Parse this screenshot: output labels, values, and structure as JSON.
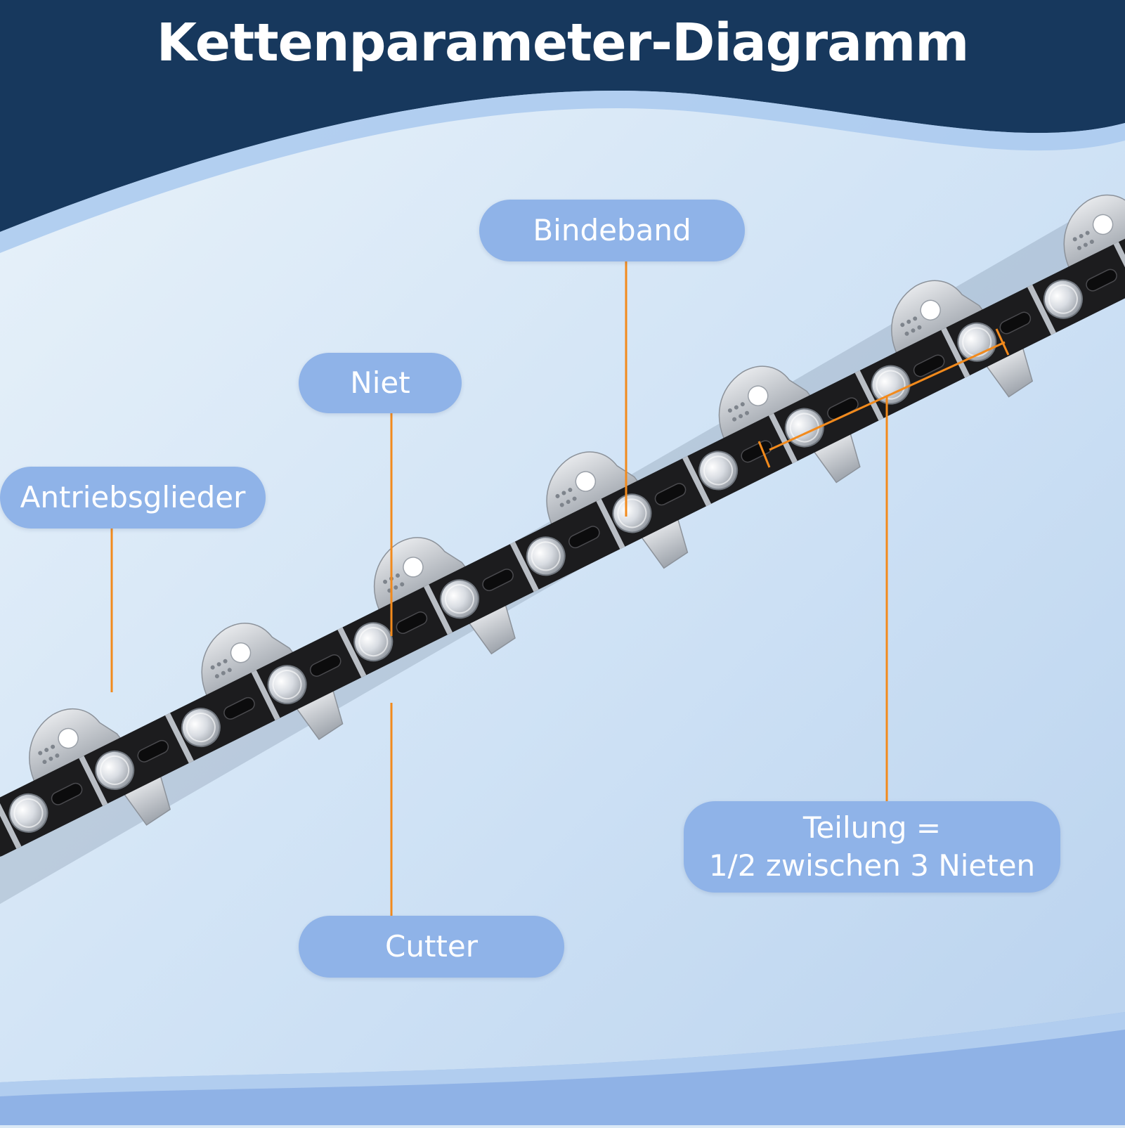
{
  "title": "Kettenparameter-Diagramm",
  "labels": {
    "bindeband": "Bindeband",
    "niet": "Niet",
    "antriebsglieder": "Antriebsglieder",
    "cutter": "Cutter",
    "teilung_line1": "Teilung =",
    "teilung_line2": "1/2 zwischen 3 Nieten"
  },
  "colors": {
    "header_navy": "#17385d",
    "callout_blue": "#8fb3e8",
    "leader_orange": "#f28a1c",
    "chain_black": "#1c1c1e",
    "chrome": "#c9cdd3"
  }
}
